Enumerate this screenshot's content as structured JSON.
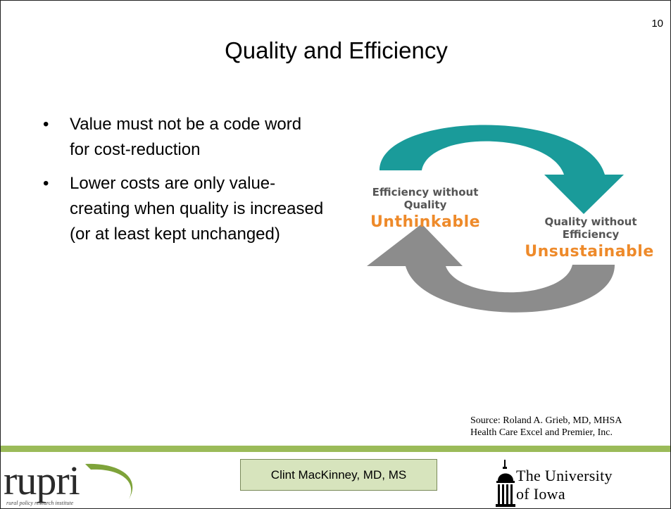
{
  "slide": {
    "number": "10",
    "title": "Quality and Efficiency",
    "bullets": [
      "Value must not be a code word for cost-reduction",
      "Lower costs are only value-creating when quality is increased (or at least kept unchanged)"
    ]
  },
  "diagram": {
    "left_label_line1": "Efficiency without",
    "left_label_line2": "Quality",
    "left_verdict": "Unthinkable",
    "right_label_line1": "Quality without",
    "right_label_line2": "Efficiency",
    "right_verdict": "Unsustainable",
    "colors": {
      "top_arrow": "#1a9b9a",
      "bottom_arrow": "#8c8c8c",
      "verdict": "#ee8a2a"
    }
  },
  "source": {
    "line1": "Source: Roland A. Grieb, MD, MHSA",
    "line2": "Health Care Excel and Premier, Inc."
  },
  "footer": {
    "presenter": "Clint MacKinney, MD, MS",
    "left_logo_word": "rupri",
    "left_logo_tagline": "rural policy research institute",
    "right_logo_line1": "The University",
    "right_logo_line2": "of Iowa",
    "accent_color": "#9bbb59"
  }
}
